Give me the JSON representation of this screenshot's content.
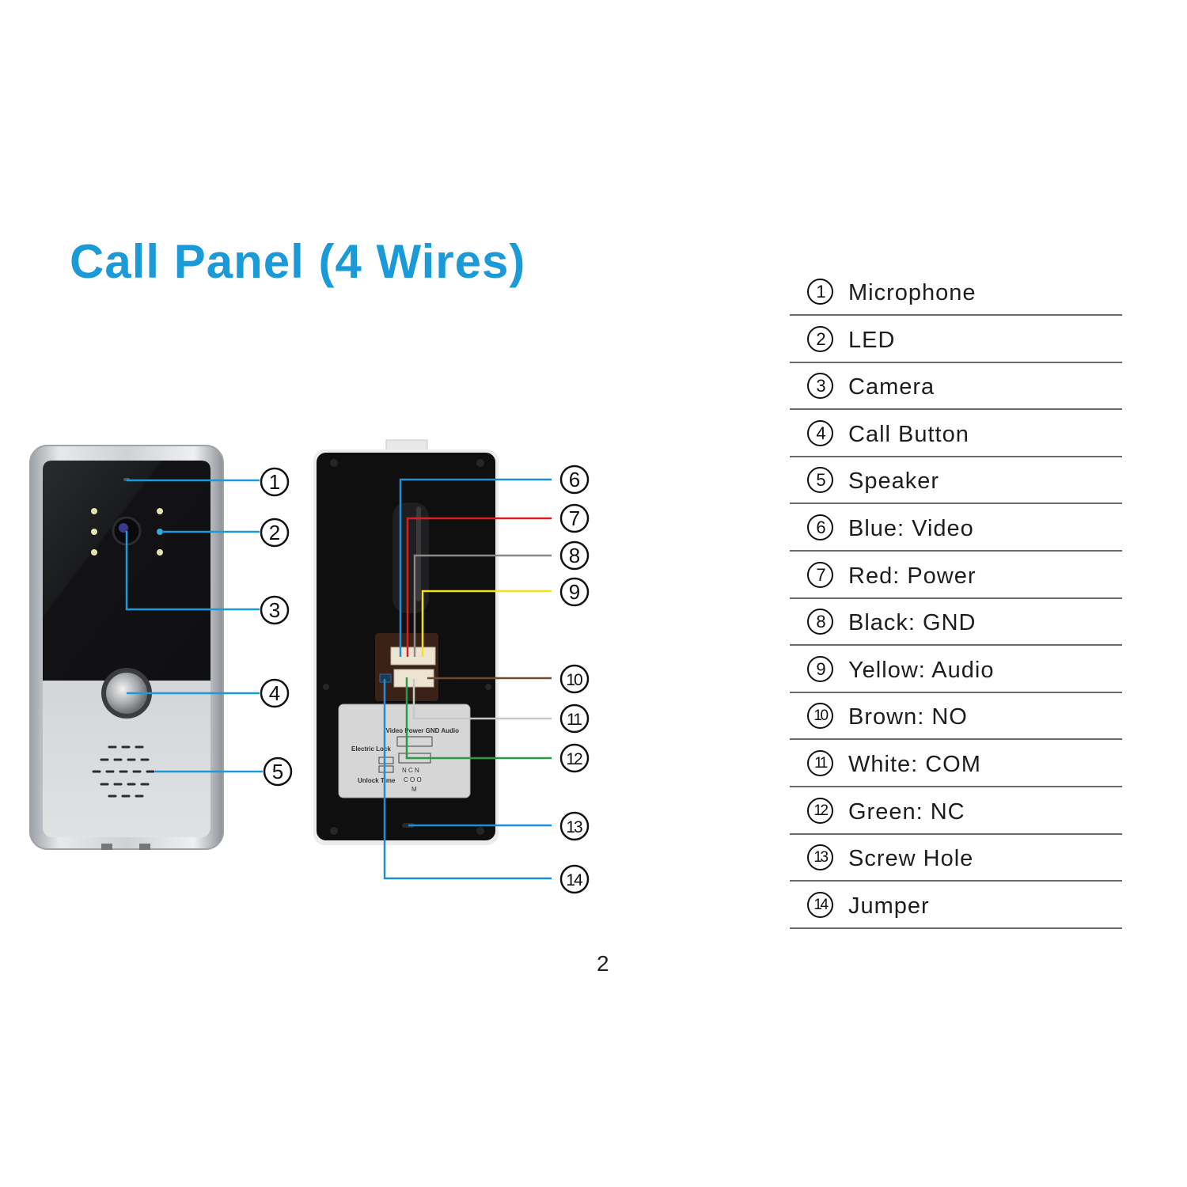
{
  "title": "Call Panel (4 Wires)",
  "page_number": "2",
  "colors": {
    "title": "#1a9ad9",
    "callout_blue": "#1a9ad9",
    "wire_blue": "#1e8fd6",
    "wire_red": "#d42020",
    "wire_black_gnd": "#8a8a8a",
    "wire_yellow": "#f3e21a",
    "wire_brown": "#6b4a2e",
    "wire_white": "#c8c8c8",
    "wire_green": "#2a9a48"
  },
  "legend": [
    {
      "num": "1",
      "label": "Microphone"
    },
    {
      "num": "2",
      "label": "LED"
    },
    {
      "num": "3",
      "label": "Camera"
    },
    {
      "num": "4",
      "label": "Call Button"
    },
    {
      "num": "5",
      "label": "Speaker"
    },
    {
      "num": "6",
      "label": "Blue: Video"
    },
    {
      "num": "7",
      "label": "Red: Power"
    },
    {
      "num": "8",
      "label": "Black: GND"
    },
    {
      "num": "9",
      "label": "Yellow: Audio"
    },
    {
      "num": "10",
      "label": "Brown: NO"
    },
    {
      "num": "11",
      "label": "White: COM"
    },
    {
      "num": "12",
      "label": "Green: NC"
    },
    {
      "num": "13",
      "label": "Screw Hole"
    },
    {
      "num": "14",
      "label": "Jumper"
    }
  ],
  "front_panel": {
    "callouts": [
      "1",
      "2",
      "3",
      "4",
      "5"
    ]
  },
  "back_panel": {
    "callouts": [
      "6",
      "7",
      "8",
      "9",
      "10",
      "11",
      "12",
      "13",
      "14"
    ],
    "sticker": {
      "header": "Video Power GND Audio",
      "electric_lock": "Electric Lock",
      "unlock_time": "Unlock Time",
      "terminal_top": "N C N",
      "terminal_bottom": "C O O",
      "terminal_m": "M"
    }
  }
}
